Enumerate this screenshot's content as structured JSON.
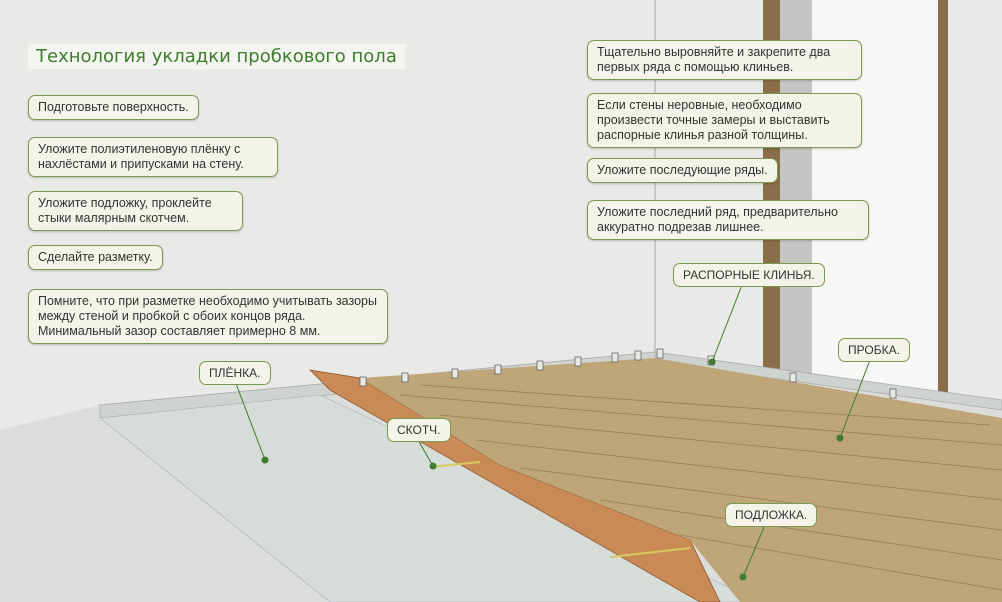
{
  "title": "Технология укладки пробкового пола",
  "left_steps": [
    "Подготовьте поверхность.",
    "Уложите полиэтиленовую плёнку с нахлёстами и припусками на стену.",
    "Уложите подложку, проклейте стыки малярным скотчем.",
    "Сделайте разметку.",
    "Помните, что при разметке необходимо учитывать зазоры между стеной и пробкой с обоих концов ряда. Минимальный зазор составляет примерно 8 мм."
  ],
  "right_steps": [
    "Тщательно выровняйте и закрепите два первых ряда с помощью клиньев.",
    "Если стены неровные, необходимо произвести точные замеры и выставить распорные клинья разной толщины.",
    "Уложите последующие ряды.",
    "Уложите последний ряд, предварительно аккуратно подрезав лишнее."
  ],
  "labels": {
    "film": "ПЛЁНКА.",
    "tape": "СКОТЧ.",
    "wedges": "РАСПОРНЫЕ КЛИНЬЯ.",
    "cork": "ПРОБКА.",
    "underlay": "ПОДЛОЖКА."
  },
  "colors": {
    "accent": "#3d7d2c",
    "cork": "#bfa679",
    "underlay": "#c98a55",
    "border": "#7a9a4e"
  }
}
